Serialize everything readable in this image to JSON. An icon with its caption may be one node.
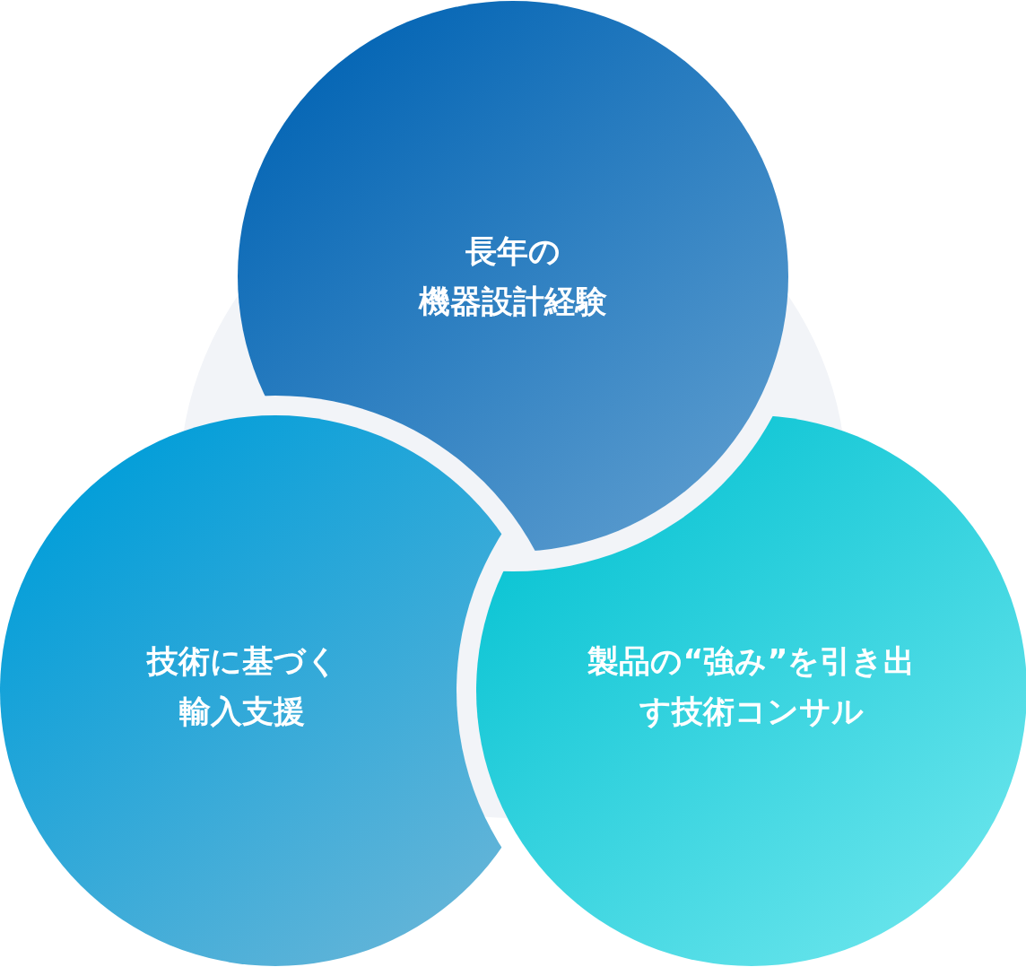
{
  "diagram": {
    "nodes": [
      {
        "text": [
          "長年の機器設計経験"
        ]
      },
      {
        "text": [
          "技術に基づく輸入支援"
        ]
      },
      {
        "text": [
          "製品の“強み”を引き出す技術コンサル"
        ]
      }
    ]
  }
}
